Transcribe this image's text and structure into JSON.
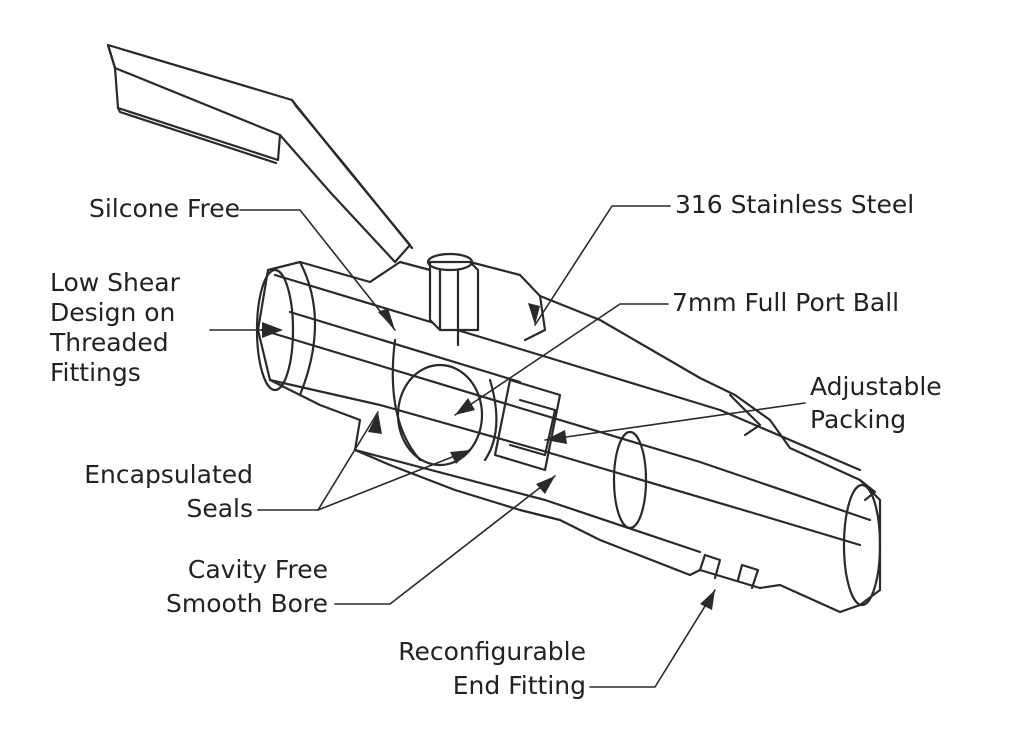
{
  "labels": {
    "silicone_free": "Silcone Free",
    "stainless": "316 Stainless Steel",
    "low_shear": [
      "Low Shear",
      "Design on",
      "Threaded",
      "Fittings"
    ],
    "full_port": "7mm Full Port Ball",
    "packing": [
      "Adjustable",
      "Packing"
    ],
    "seals": [
      "Encapsulated",
      "Seals"
    ],
    "bore": [
      "Cavity Free",
      "Smooth Bore"
    ],
    "end_fitting": [
      "Reconfigurable",
      "End Fitting"
    ]
  },
  "colors": {
    "line": "#2a2a2a",
    "text": "#222222",
    "background": "#ffffff"
  }
}
